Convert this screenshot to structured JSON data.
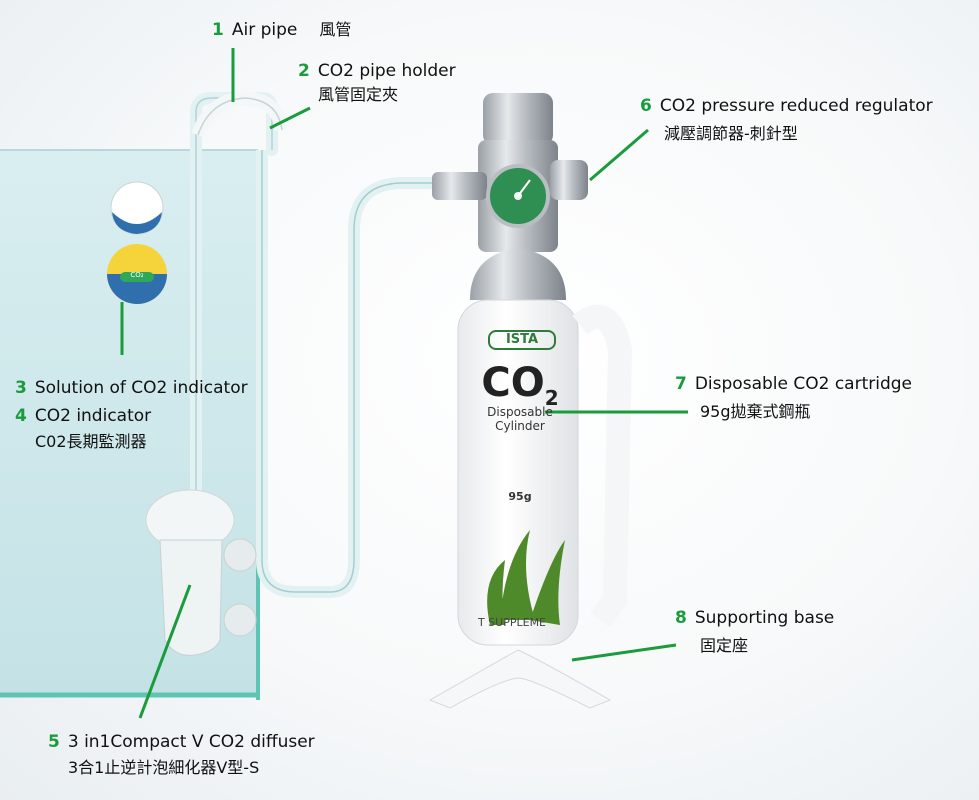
{
  "labels": [
    {
      "num": "1",
      "en": "Air pipe",
      "zh": "風管"
    },
    {
      "num": "2",
      "en": "CO2 pipe holder",
      "zh": "風管固定夾"
    },
    {
      "num": "3",
      "en": "Solution of CO2 indicator",
      "zh": ""
    },
    {
      "num": "4",
      "en": "CO2 indicator",
      "zh": "C02長期監測器"
    },
    {
      "num": "5",
      "en": "3 in1Compact V CO2 diffuser",
      "zh": "3合1止逆計泡細化器V型-S"
    },
    {
      "num": "6",
      "en": "CO2 pressure reduced regulator",
      "zh": "減壓調節器-刺針型"
    },
    {
      "num": "7",
      "en": "Disposable CO2 cartridge",
      "zh": "95g拋棄式鋼瓶"
    },
    {
      "num": "8",
      "en": "Supporting base",
      "zh": "固定座"
    }
  ],
  "cylinder": {
    "brand": "ISTA",
    "formula": "CO",
    "formula_sub": "2",
    "line1": "Disposable",
    "line2": "Cylinder",
    "weight": "95g",
    "band": "T SUPPLEME"
  },
  "indicator": {
    "text": "CO₂"
  },
  "colors": {
    "accent": "#1a9b3c",
    "water": "#cfe7ea",
    "cylinder": "#c8ccd0"
  }
}
